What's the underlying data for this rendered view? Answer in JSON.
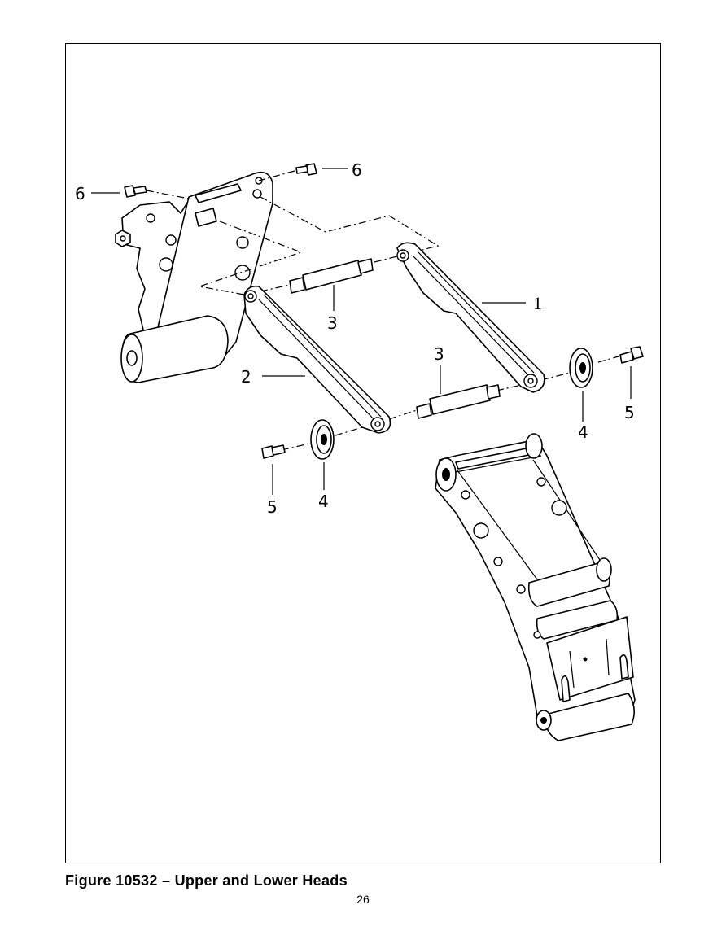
{
  "figure": {
    "caption": "Figure 10532 – Upper and Lower Heads",
    "page_number": "26"
  },
  "callouts": {
    "label_1": "1",
    "label_2": "2",
    "label_3_upper": "3",
    "label_3_lower": "3",
    "label_4_right": "4",
    "label_4_left": "4",
    "label_5_right": "5",
    "label_5_left": "5",
    "label_6_left": "6",
    "label_6_right": "6"
  }
}
